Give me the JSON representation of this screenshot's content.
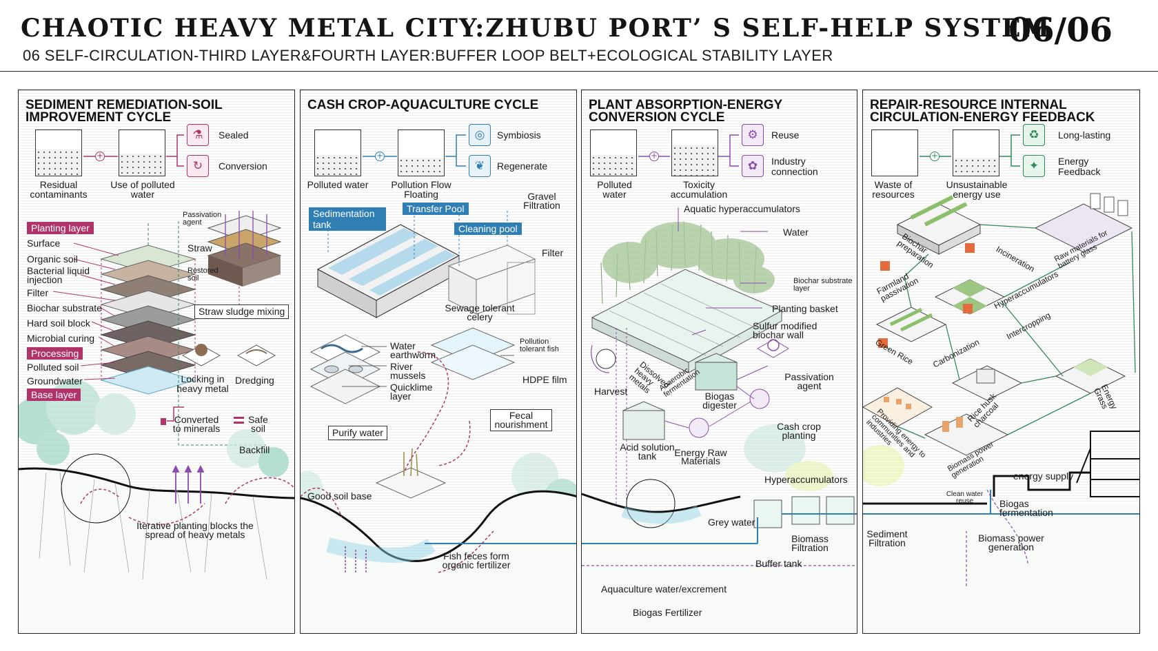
{
  "header": {
    "title": "CHAOTIC HEAVY METAL CITY:ZHUBU PORT’ S SELF-HELP SYSTEM",
    "subtitle": "06 SELF-CIRCULATION-THIRD LAYER&FOURTH LAYER:BUFFER LOOP BELT+ECOLOGICAL STABILITY LAYER",
    "page": "06/06"
  },
  "colors": {
    "pink": "#b0336a",
    "blue": "#2f7fb4",
    "purple": "#8a4bab",
    "green": "#2e8a56"
  },
  "panel1": {
    "title": "SEDIMENT REMEDIATION-SOIL IMPROVEMENT CYCLE",
    "flow": {
      "a": "Residual contaminants",
      "b": "Use of polluted water",
      "out1": "Sealed",
      "out2": "Conversion"
    },
    "icons": {
      "out1": "flask-icon",
      "out2": "cycle-icon"
    },
    "tags": {
      "planting": "Planting layer",
      "processing": "Processing",
      "base": "Base layer"
    },
    "layers": [
      "Surface",
      "Organic soil",
      "Bacterial liquid injection",
      "Filter",
      "Biochar substrate",
      "Hard soil block",
      "Microbial curing",
      "Polluted soil",
      "Groundwater"
    ],
    "labels": {
      "passivation": "Passivation agent",
      "straw": "Straw",
      "restored": "Restored soil",
      "mixing": "Straw sludge mixing",
      "locking": "Locking in heavy metal",
      "dredging": "Dredging",
      "minerals": "Converted to minerals",
      "safe": "Safe soil",
      "backfill": "Backfill",
      "iterative": "Iterative planting blocks the spread of heavy metals"
    }
  },
  "panel2": {
    "title": "CASH CROP-AQUACULTURE CYCLE",
    "flow": {
      "a": "Polluted water",
      "b": "Pollution Flow Floating",
      "out1": "Symbiosis",
      "out2": "Regenerate"
    },
    "icons": {
      "out1": "symbiosis-icon",
      "out2": "leaf-icon"
    },
    "tags": {
      "sedimentation": "Sedimentation tank",
      "transfer": "Transfer Pool",
      "cleaning": "Cleaning pool"
    },
    "labels": {
      "gravel": "Gravel Filtration",
      "filter": "Filter",
      "celery": "Sewage tolerant celery",
      "earthworm": "Water earthworm",
      "mussels": "River mussels",
      "quicklime": "Quicklime layer",
      "fish": "Pollution tolerant fish",
      "hdpe": "HDPE film",
      "purify": "Purify water",
      "fecal": "Fecal nourishment",
      "soilbase": "Good soil base",
      "feces": "Fish feces form organic fertilizer",
      "aquaculture": "Aquaculture water/excrement",
      "biogasfert": "Biogas Fertilizer"
    }
  },
  "panel3": {
    "title": "PLANT ABSORPTION-ENERGY CONVERSION CYCLE",
    "flow": {
      "a": "Polluted water",
      "b": "Toxicity accumulation",
      "out1": "Reuse",
      "out2": "Industry connection"
    },
    "icons": {
      "out1": "gear-icon",
      "out2": "plant-icon"
    },
    "labels": {
      "aquatic": "Aquatic hyperaccumulators",
      "water": "Water",
      "biochar": "Biochar substrate layer",
      "basket": "Planting basket",
      "sulfur": "Sulfur modified biochar wall",
      "harvest": "Harvest",
      "dissolved": "Dissolved heavy metals",
      "anaerobic": "Anaerobic fermentation",
      "digester": "Biogas digester",
      "passivation": "Passivation agent",
      "acid": "Acid solution tank",
      "cashcrop": "Cash crop planting",
      "rawmat": "Energy Raw Materials",
      "hyper": "Hyperaccumulators",
      "grey": "Grey water",
      "biomass": "Biomass Filtration",
      "buffer": "Buffer tank"
    }
  },
  "panel4": {
    "title": "REPAIR-RESOURCE INTERNAL CIRCULATION-ENERGY FEEDBACK",
    "flow": {
      "a": "Waste of resources",
      "b": "Unsustainable energy use",
      "out1": "Long-lasting",
      "out2": "Energy Feedback"
    },
    "icons": {
      "out1": "recycle-icon",
      "out2": "bulb-icon"
    },
    "labels": {
      "biochar": "Biochar preparation",
      "incineration": "Incineration",
      "rawbattery": "Raw materials for battery glass",
      "farmland": "Farmland passivation",
      "hyperacc": "Hyperaccumulators",
      "intercropping": "Intercropping",
      "greenrice": "Green Rice",
      "carbon": "Carbonization",
      "energygrass": "Energy Grass",
      "husk": "Rice husk charcoal",
      "providing": "Providing energy to communities and industries",
      "biomasspower": "Biomass power generation",
      "supply": "energy supply",
      "cleanwater": "Clean water reuse",
      "biogasferm": "Biogas fermentation",
      "sediment": "Sediment Filtration",
      "biomassgen": "Biomass power generation"
    }
  }
}
